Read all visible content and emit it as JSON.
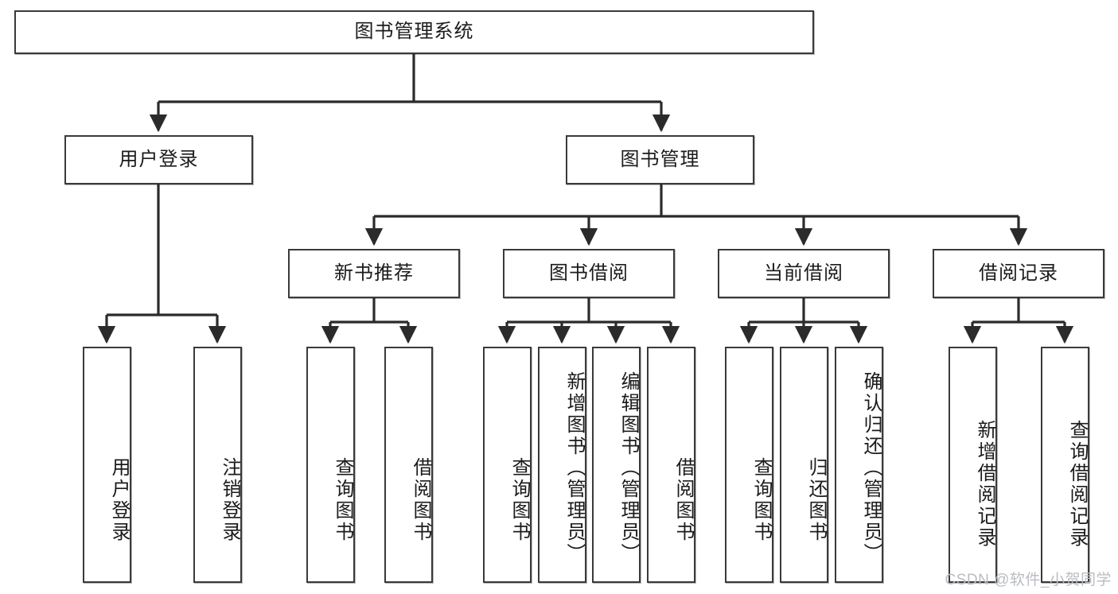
{
  "diagram": {
    "title": "图书管理系统",
    "type": "tree",
    "watermark": "CSDN @软件_小贺同学",
    "colors": {
      "box_border": "#3a3a3a",
      "box_fill": "#ffffff",
      "edge": "#2b2b2b",
      "text": "#1b1b1b",
      "watermark": "#b9bcc2"
    },
    "nodes": {
      "root": {
        "label": "图书管理系统",
        "level": 1,
        "orientation": "horizontal"
      },
      "l2": [
        {
          "id": "user-login",
          "label": "用户登录",
          "level": 2,
          "orientation": "horizontal"
        },
        {
          "id": "book-manage",
          "label": "图书管理",
          "level": 2,
          "orientation": "horizontal"
        }
      ],
      "l3": [
        {
          "id": "new-book-rec",
          "label": "新书推荐",
          "level": 3,
          "orientation": "horizontal",
          "parent": "book-manage"
        },
        {
          "id": "book-borrow",
          "label": "图书借阅",
          "level": 3,
          "orientation": "horizontal",
          "parent": "book-manage"
        },
        {
          "id": "current-borrow",
          "label": "当前借阅",
          "level": 3,
          "orientation": "horizontal",
          "parent": "book-manage"
        },
        {
          "id": "borrow-record",
          "label": "借阅记录",
          "level": 3,
          "orientation": "horizontal",
          "parent": "book-manage"
        }
      ],
      "leaves": [
        {
          "id": "leaf-user-login",
          "label": "用户登录",
          "parent": "user-login"
        },
        {
          "id": "leaf-logout-login",
          "label": "注销登录",
          "parent": "user-login"
        },
        {
          "id": "leaf-query-book-1",
          "label": "查询图书",
          "parent": "new-book-rec"
        },
        {
          "id": "leaf-borrow-book-1",
          "label": "借阅图书",
          "parent": "new-book-rec"
        },
        {
          "id": "leaf-query-book-2",
          "label": "查询图书",
          "parent": "book-borrow"
        },
        {
          "id": "leaf-add-book",
          "label": "新增图书（管理员）",
          "parent": "book-borrow"
        },
        {
          "id": "leaf-edit-book",
          "label": "编辑图书（管理员）",
          "parent": "book-borrow"
        },
        {
          "id": "leaf-borrow-book-2",
          "label": "借阅图书",
          "parent": "book-borrow"
        },
        {
          "id": "leaf-query-book-3",
          "label": "查询图书",
          "parent": "current-borrow"
        },
        {
          "id": "leaf-return-book",
          "label": "归还图书",
          "parent": "current-borrow"
        },
        {
          "id": "leaf-confirm-return",
          "label": "确认归还（管理员）",
          "parent": "current-borrow"
        },
        {
          "id": "leaf-add-record",
          "label": "新增借阅记录",
          "parent": "borrow-record"
        },
        {
          "id": "leaf-query-record",
          "label": "查询借阅记录",
          "parent": "borrow-record"
        }
      ]
    }
  }
}
